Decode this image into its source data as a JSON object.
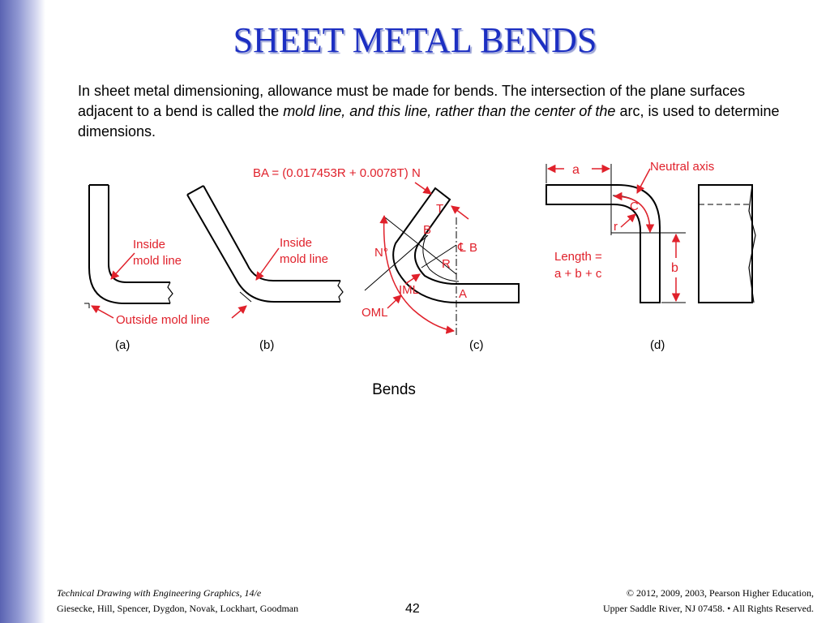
{
  "title": "SHEET METAL BENDS",
  "intro": {
    "part1": "In sheet metal dimensioning, allowance must be made for bends. The intersection of the plane surfaces adjacent to a bend is called the ",
    "italic1": "mold line, and this line, rather than the center of the",
    "part2": " arc, is used to determine dimensions."
  },
  "figure": {
    "formula": "BA = (0.017453R + 0.0078T) N",
    "a": {
      "inside_line1": "Inside",
      "inside_line2": "mold line",
      "outside": "Outside mold line",
      "label": "(a)"
    },
    "b": {
      "inside_line1": "Inside",
      "inside_line2": "mold line",
      "label": "(b)"
    },
    "c": {
      "t": "T",
      "b1": "B",
      "n": "N°",
      "cl": "℄",
      "b2": "B",
      "r": "R",
      "iml": "IML",
      "a": "A",
      "oml": "OML",
      "label": "(c)"
    },
    "d": {
      "a": "a",
      "neutral": "Neutral axis",
      "c": "C",
      "r": "r",
      "length1": "Length =",
      "length2": "a + b + c",
      "b": "b",
      "label": "(d)"
    }
  },
  "caption": "Bends",
  "footer": {
    "book": "Technical Drawing with Engineering Graphics, 14/e",
    "authors": "Giesecke, Hill, Spencer, Dygdon, Novak, Lockhart, Goodman",
    "page": "42",
    "copyright": "© 2012, 2009, 2003, Pearson Higher Education,",
    "address": "Upper Saddle River, NJ 07458. • All Rights Reserved."
  },
  "colors": {
    "title": "#1c2fc2",
    "annotation": "#e0212b",
    "sidebar": "#5a63b2"
  }
}
